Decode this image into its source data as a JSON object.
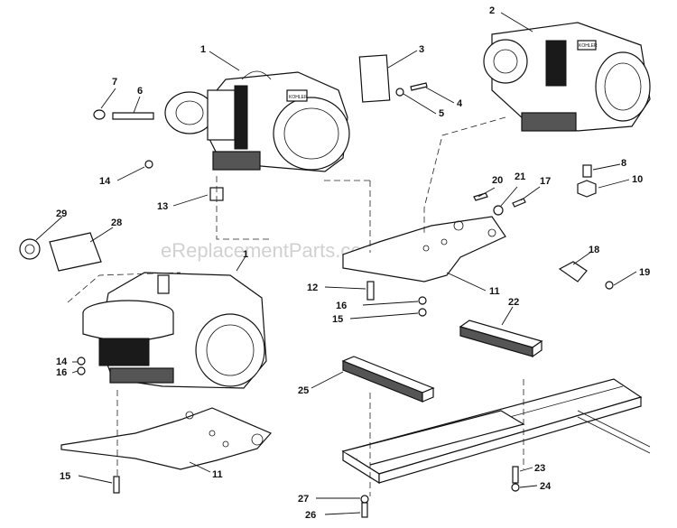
{
  "watermark": "eReplacementParts.com",
  "engine_badge": "KOHLER",
  "callouts": {
    "c1a": "1",
    "c1b": "1",
    "c2": "2",
    "c3": "3",
    "c4": "4",
    "c5": "5",
    "c6": "6",
    "c7": "7",
    "c8": "8",
    "c10": "10",
    "c11a": "11",
    "c11b": "11",
    "c12": "12",
    "c13": "13",
    "c14a": "14",
    "c14b": "14",
    "c15a": "15",
    "c15b": "15",
    "c16a": "16",
    "c16b": "16",
    "c17": "17",
    "c18": "18",
    "c19": "19",
    "c20": "20",
    "c21": "21",
    "c22": "22",
    "c23": "23",
    "c24": "24",
    "c25": "25",
    "c26": "26",
    "c27": "27",
    "c28": "28",
    "c29": "29"
  }
}
